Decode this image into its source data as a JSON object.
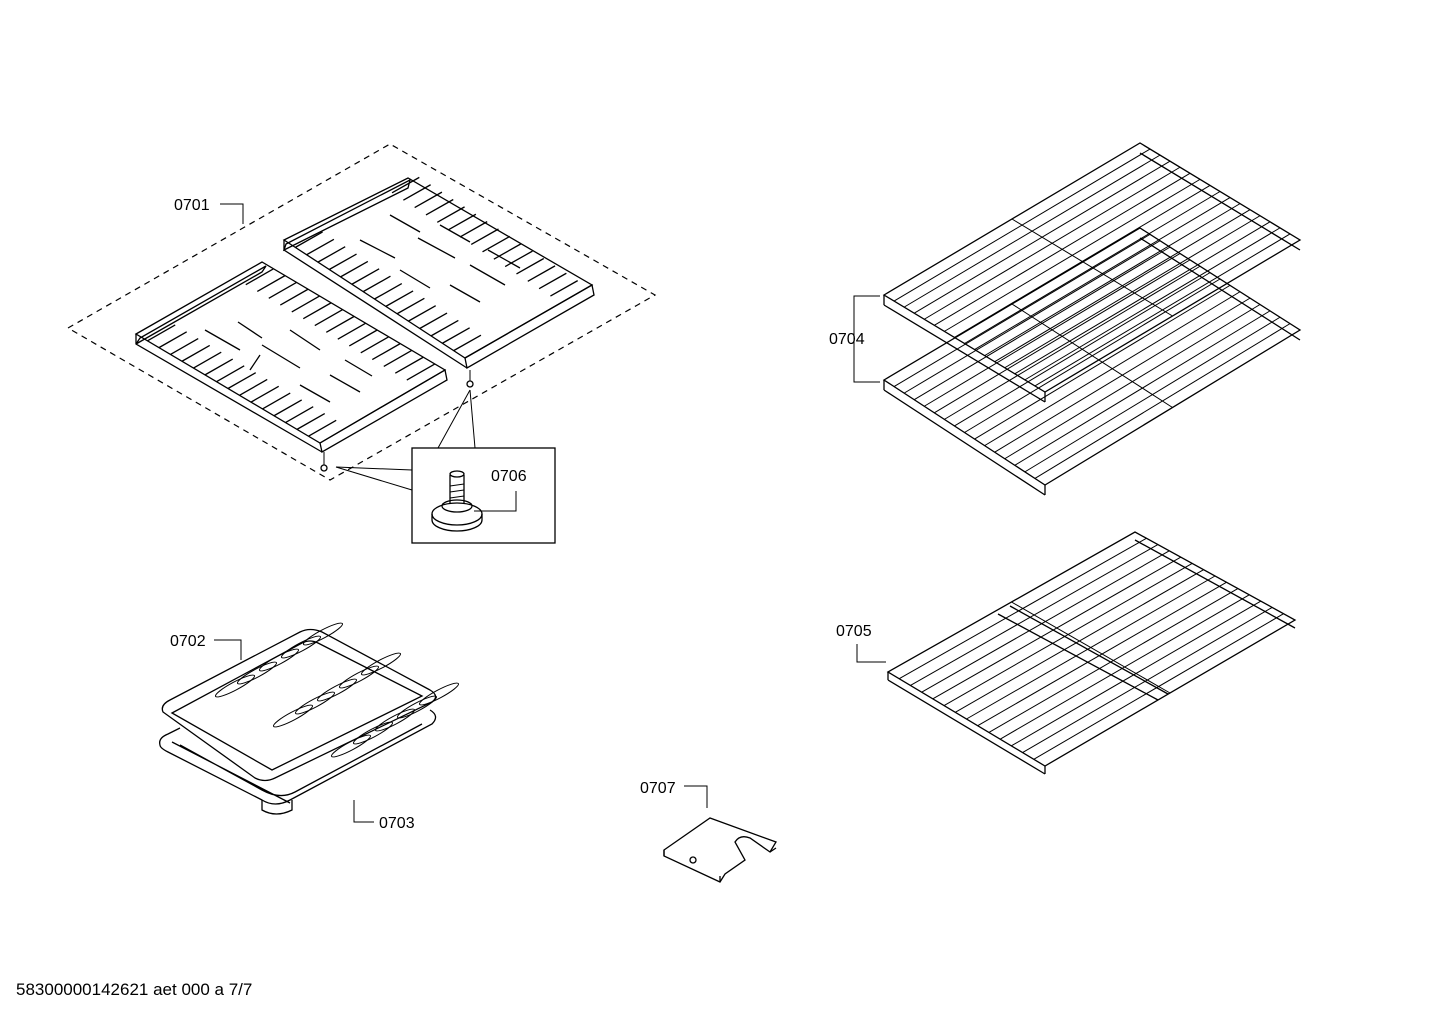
{
  "labels": {
    "p0701": "0701",
    "p0702": "0702",
    "p0703": "0703",
    "p0704": "0704",
    "p0705": "0705",
    "p0706": "0706",
    "p0707": "0707"
  },
  "footer": "58300000142621 aet 000 a 7/7"
}
